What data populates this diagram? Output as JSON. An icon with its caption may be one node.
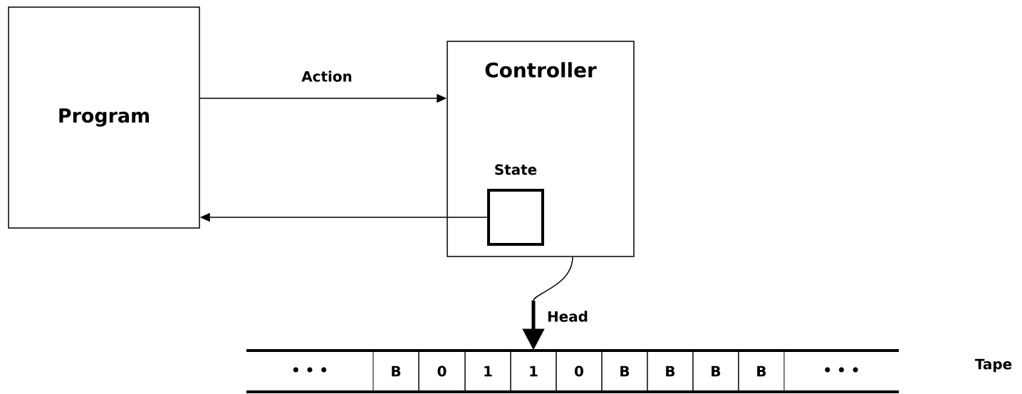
{
  "diagram": {
    "nodes": [
      {
        "text": [
          "Program"
        ]
      },
      {
        "text": [
          "Controller"
        ]
      },
      {
        "text": [
          "State"
        ],
        "in": 1
      },
      {
        "text": [
          "• • •",
          "• • •"
        ]
      },
      {
        "text": [
          "B"
        ],
        "in": 3
      },
      {
        "text": [
          "0"
        ],
        "in": 3
      },
      {
        "text": [
          "1"
        ],
        "in": 3
      },
      {
        "text": [
          "1"
        ],
        "in": 3
      },
      {
        "text": [
          "0"
        ],
        "in": 3
      },
      {
        "text": [
          "B"
        ],
        "in": 3
      },
      {
        "text": [
          "B"
        ],
        "in": 3
      },
      {
        "text": [
          "B"
        ],
        "in": 3
      },
      {
        "text": [
          "B"
        ],
        "in": 3
      }
    ],
    "edges": [
      {
        "from": 0,
        "to": 1,
        "arrow": "to",
        "label": "Action"
      },
      {
        "from": 2,
        "to": 0,
        "arrow": "to"
      },
      {
        "from": 1,
        "to": 7,
        "arrow": "to",
        "label": "Head"
      }
    ],
    "labels": [
      "Tape"
    ]
  }
}
